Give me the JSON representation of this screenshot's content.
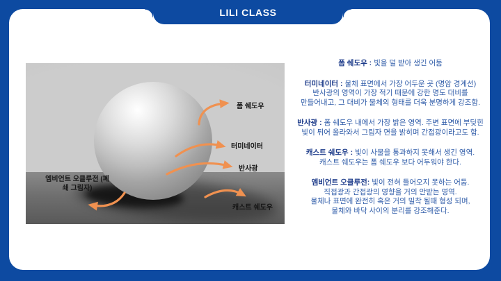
{
  "header": {
    "brand": "LILI CLASS"
  },
  "theme": {
    "frame_blue": "#0d4aa1",
    "card_white": "#ffffff",
    "arrow_orange": "#f09150",
    "term_navy": "#1c3b8a",
    "body_blue": "#2e5ba8",
    "scene_label_black": "#161616",
    "wall_gray": "#c9c9c9",
    "floor_gray": "#6f6f6f"
  },
  "scene": {
    "labels": {
      "form_shadow": "폼 쉐도우",
      "terminator": "터미네이터",
      "reflected_light": "반사광",
      "cast_shadow": "캐스트 쉐도우",
      "ambient_occlusion_line1": "엠비언트 오클루전",
      "ambient_occlusion_line2": "(폐쇄 그림자)"
    }
  },
  "definitions": {
    "form_shadow": {
      "term": "폼 쉐도우 :",
      "l1": "빛을 덜 받아 생긴 어둠"
    },
    "terminator": {
      "term": "터미네이터 :",
      "l1": "물체 표면에서 가장 어두운 곳 (명암 경계선)",
      "l2": "반사광의 영역이 가장 적기 때문에 강한 명도 대비를",
      "l3": "만들어내고, 그 대비가 물체의 형태를 더욱 분명하게 강조함."
    },
    "reflected_light": {
      "term": "반사광 :",
      "l1": "폼 쉐도우 내에서 가장 밝은 영역. 주변 표면에 부딪힌",
      "l2": "빛이 튀어 올라와서 그림자 면을 밝히며 간접광이라고도 함."
    },
    "cast_shadow": {
      "term": "캐스트 쉐도우 :",
      "l1": "빛이 사물을 통과하지 못해서 생긴 영역.",
      "l2": "캐스트 쉐도우는 폼 쉐도우 보다 어두워야 한다."
    },
    "ambient_occlusion": {
      "term": "엠비언트 오클루전:",
      "l1": "빛이 전혀 들어오지 못하는 어둠.",
      "l2": "직접광과 간접광의 영향을 거의 안받는 영역.",
      "l3": "물체나 표면에 완전히 혹은 거의 밀착 될때 형성 되며,",
      "l4": "물체와 바닥 사이의 분리를 강조해준다."
    }
  }
}
